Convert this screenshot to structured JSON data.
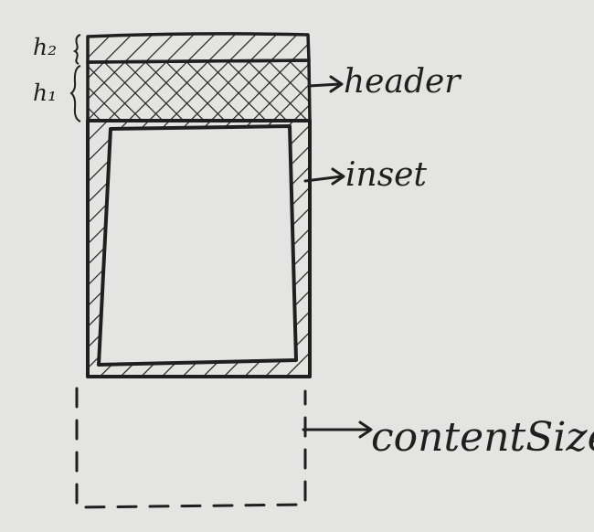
{
  "diagram": {
    "heights": {
      "h2": "h₂",
      "h1": "h₁"
    },
    "labels": {
      "header": "header",
      "inset": "inset",
      "content_size": "contentSize"
    },
    "colors": {
      "paper": "#e4e4e2",
      "ink": "#1f1f1f"
    }
  }
}
